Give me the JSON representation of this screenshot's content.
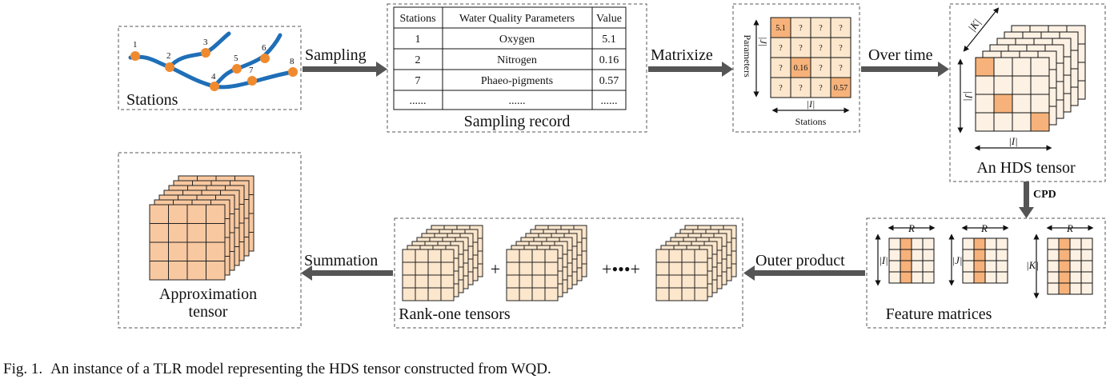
{
  "panels": {
    "stations": {
      "label": "Stations",
      "station_numbers": [
        "1",
        "2",
        "3",
        "4",
        "5",
        "6",
        "7",
        "8"
      ]
    },
    "sampling_record": {
      "label": "Sampling record",
      "table": {
        "headers": [
          "Stations",
          "Water Quality Parameters",
          "Value"
        ],
        "rows": [
          [
            "1",
            "Oxygen",
            "5.1"
          ],
          [
            "2",
            "Nitrogen",
            "0.16"
          ],
          [
            "7",
            "Phaeo-pigments",
            "0.57"
          ],
          [
            "......",
            "......",
            "......"
          ]
        ]
      }
    },
    "matrix": {
      "row_axis_label": "Parameters",
      "row_axis_symbol": "|J|",
      "col_axis_symbol": "|I|",
      "col_axis_label": "Stations",
      "cells": [
        [
          "5.1",
          "?",
          "?",
          "?"
        ],
        [
          "?",
          "?",
          "?",
          "?"
        ],
        [
          "?",
          "0.16",
          "?",
          "?"
        ],
        [
          "?",
          "?",
          "?",
          "0.57"
        ]
      ]
    },
    "hds_tensor": {
      "label": "An HDS tensor",
      "dim_i": "|I|",
      "dim_j": "|J|",
      "dim_k": "|K|"
    },
    "feature_matrices": {
      "label": "Feature matrices",
      "rank_symbol": "R",
      "dims": [
        "|I|",
        "|J|",
        "|K|"
      ]
    },
    "rank_one": {
      "label": "Rank-one tensors",
      "plus": "+",
      "ellipsis_plus": "+•••+"
    },
    "approximation": {
      "label_line1": "Approximation",
      "label_line2": "tensor"
    }
  },
  "arrows": {
    "sampling": "Sampling",
    "matrixize": "Matrixize",
    "over_time": "Over time",
    "cpd": "CPD",
    "outer_product": "Outer product",
    "summation": "Summation"
  },
  "caption": {
    "label": "Fig. 1.",
    "text": "An instance of a TLR model representing the HDS tensor constructed from WQD."
  },
  "colors": {
    "river": "#1f6fb8",
    "station_marker": "#f08a2e",
    "arrow": "#555555",
    "cell_light": "#fce6cc",
    "cell_highlight": "#f6b27a",
    "cell_fill": "#f8c8a0"
  }
}
